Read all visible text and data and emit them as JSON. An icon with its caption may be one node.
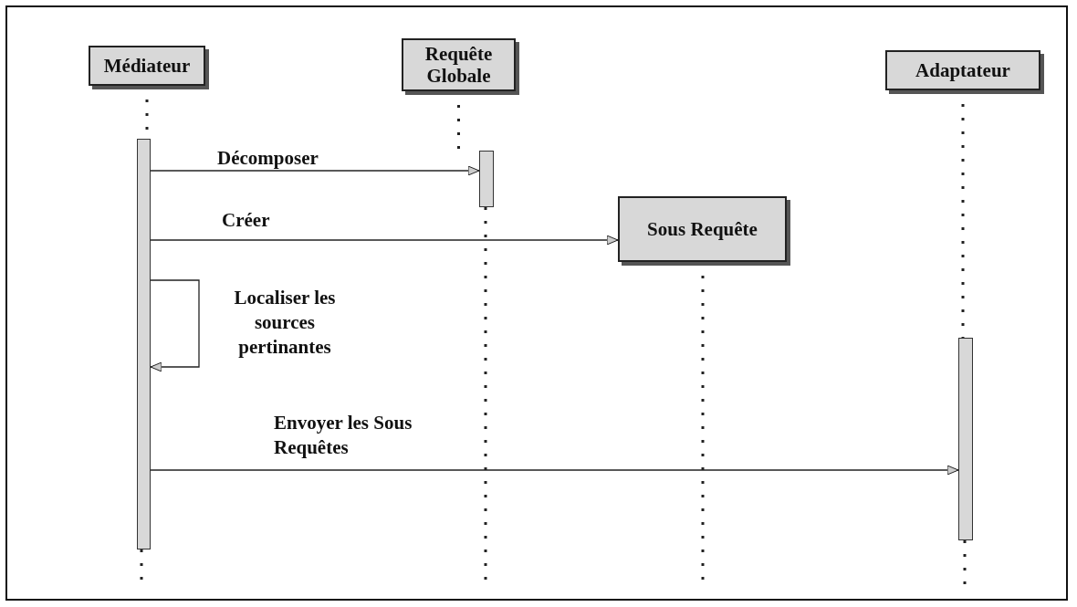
{
  "diagram": {
    "nodes": [
      {
        "text": [
          "Médiateur"
        ]
      },
      {
        "text": [
          "Requête Globale"
        ]
      },
      {
        "text": [
          "Sous Requête"
        ]
      },
      {
        "text": [
          "Adaptateur"
        ]
      },
      {
        "text": [],
        "shape": "bar"
      },
      {
        "text": [],
        "shape": "bar"
      },
      {
        "text": [],
        "shape": "bar"
      }
    ],
    "edges": [
      {
        "from": 0,
        "to": 4,
        "arrow": "none",
        "style": "dashed"
      },
      {
        "from": 1,
        "to": 5,
        "arrow": "none",
        "style": "dashed"
      },
      {
        "from": 3,
        "to": 6,
        "arrow": "none",
        "style": "dashed"
      },
      {
        "from": 4,
        "to": 5,
        "arrow": "to",
        "label": "Décomposer"
      },
      {
        "from": 4,
        "to": 2,
        "arrow": "to",
        "label": "Créer"
      },
      {
        "from": 4,
        "to": 4,
        "arrow": "to",
        "label": "Localiser les sources pertinantes"
      },
      {
        "from": 4,
        "to": 6,
        "arrow": "to",
        "label": "Envoyer les Sous Requêtes"
      }
    ]
  }
}
